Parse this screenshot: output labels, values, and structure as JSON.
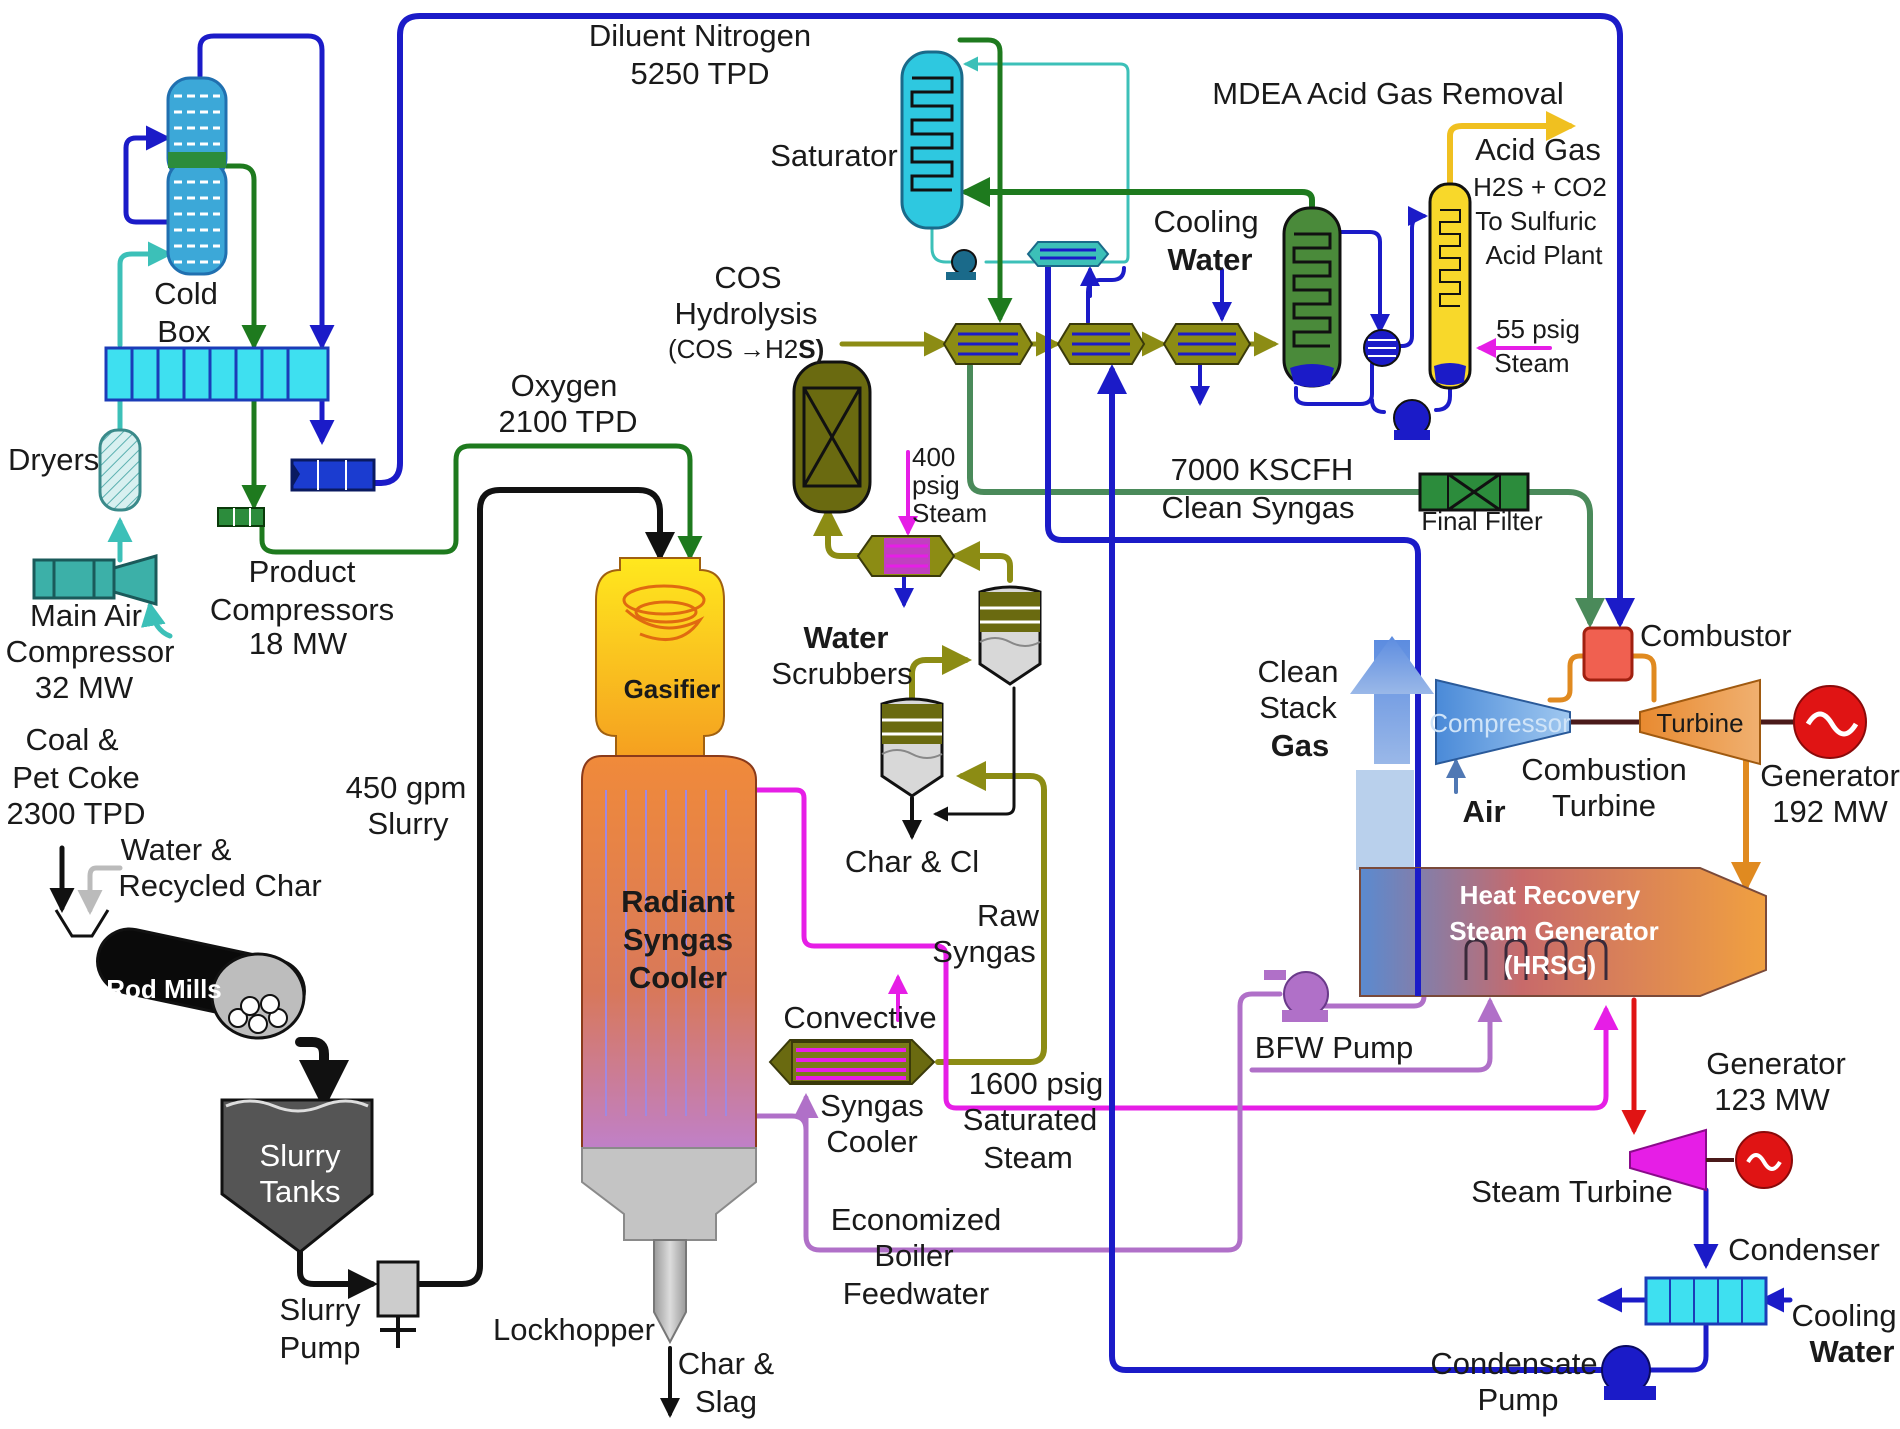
{
  "labels": {
    "diluent_nitrogen": "Diluent Nitrogen",
    "diluent_nitrogen_rate": "5250 TPD",
    "mdea": "MDEA Acid Gas Removal",
    "acid_gas": "Acid Gas",
    "h2s_co2": "H2S + CO2",
    "to_sulfuric": "To Sulfuric",
    "acid_plant": "Acid Plant",
    "saturator": "Saturator",
    "cooling_water_top_1": "Cooling",
    "cooling_water_top_2": "Water",
    "cos_1": "COS",
    "cos_2": "Hydrolysis",
    "cos_3a": "(COS",
    "cos_3b": "H2",
    "cos_3c": "S)",
    "steam_55_1": "55 psig",
    "steam_55_2": "Steam",
    "cold_box_1": "Cold",
    "cold_box_2": "Box",
    "oxygen_1": "Oxygen",
    "oxygen_2": "2100 TPD",
    "dryers": "Dryers",
    "steam_400_1": "400",
    "steam_400_2": "psig",
    "steam_400_3": "Steam",
    "clean_syngas_1": "7000 KSCFH",
    "clean_syngas_2": "Clean Syngas",
    "final_filter": "Final Filter",
    "product_comp_1": "Product",
    "product_comp_2": "Compressors",
    "product_comp_3": "18 MW",
    "main_air_1": "Main Air",
    "main_air_2": "Compressor",
    "main_air_3": "32 MW",
    "water_scrubbers_1": "Water",
    "water_scrubbers_2": "Scrubbers",
    "gasifier": "Gasifier",
    "combustor": "Combustor",
    "clean_stack_1": "Clean",
    "clean_stack_2": "Stack",
    "clean_stack_3": "Gas",
    "compressor": "Compressor",
    "turbine": "Turbine",
    "combustion_turbine_1": "Combustion",
    "combustion_turbine_2": "Turbine",
    "air": "Air",
    "generator_192_1": "Generator",
    "generator_192_2": "192 MW",
    "coal_1": "Coal &",
    "coal_2": "Pet Coke",
    "coal_3": "2300 TPD",
    "slurry_rate_1": "450 gpm",
    "slurry_rate_2": "Slurry",
    "char_cl": "Char & Cl",
    "water_char_1": "Water &",
    "water_char_2": "Recycled Char",
    "rsc_1": "Radiant",
    "rsc_2": "Syngas",
    "rsc_3": "Cooler",
    "raw_syngas_1": "Raw",
    "raw_syngas_2": "Syngas",
    "rod_mills": "Rod Mills",
    "hrsg_1": "Heat Recovery",
    "hrsg_2": "Steam Generator",
    "hrsg_3": "(HRSG)",
    "convective_1": "Convective",
    "convective_2": "Syngas",
    "convective_3": "Cooler",
    "bfw_pump": "BFW Pump",
    "sat_steam_1": "1600 psig",
    "sat_steam_2": "Saturated",
    "sat_steam_3": "Steam",
    "generator_123_1": "Generator",
    "generator_123_2": "123 MW",
    "slurry_tanks_1": "Slurry",
    "slurry_tanks_2": "Tanks",
    "steam_turbine": "Steam Turbine",
    "economized_1": "Economized",
    "economized_2": "Boiler",
    "economized_3": "Feedwater",
    "condenser": "Condenser",
    "slurry_pump_1": "Slurry",
    "slurry_pump_2": "Pump",
    "lockhopper": "Lockhopper",
    "cooling_water_bot_1": "Cooling",
    "cooling_water_bot_2": "Water",
    "char_slag_1": "Char &",
    "char_slag_2": "Slag",
    "condensate_1": "Condensate",
    "condensate_2": "Pump"
  },
  "colors": {
    "nitrogen": "#1b1bc8",
    "oxygen": "#1e7a1e",
    "air": "#3cc0b8",
    "syngas": "#8c8c14",
    "clean_syngas": "#4a8a5a",
    "steam": "#e61ee6",
    "feedwater": "#b070c8",
    "slurry": "#111111",
    "exhaust": "#e08a20",
    "hot_steam": "#e01414"
  }
}
